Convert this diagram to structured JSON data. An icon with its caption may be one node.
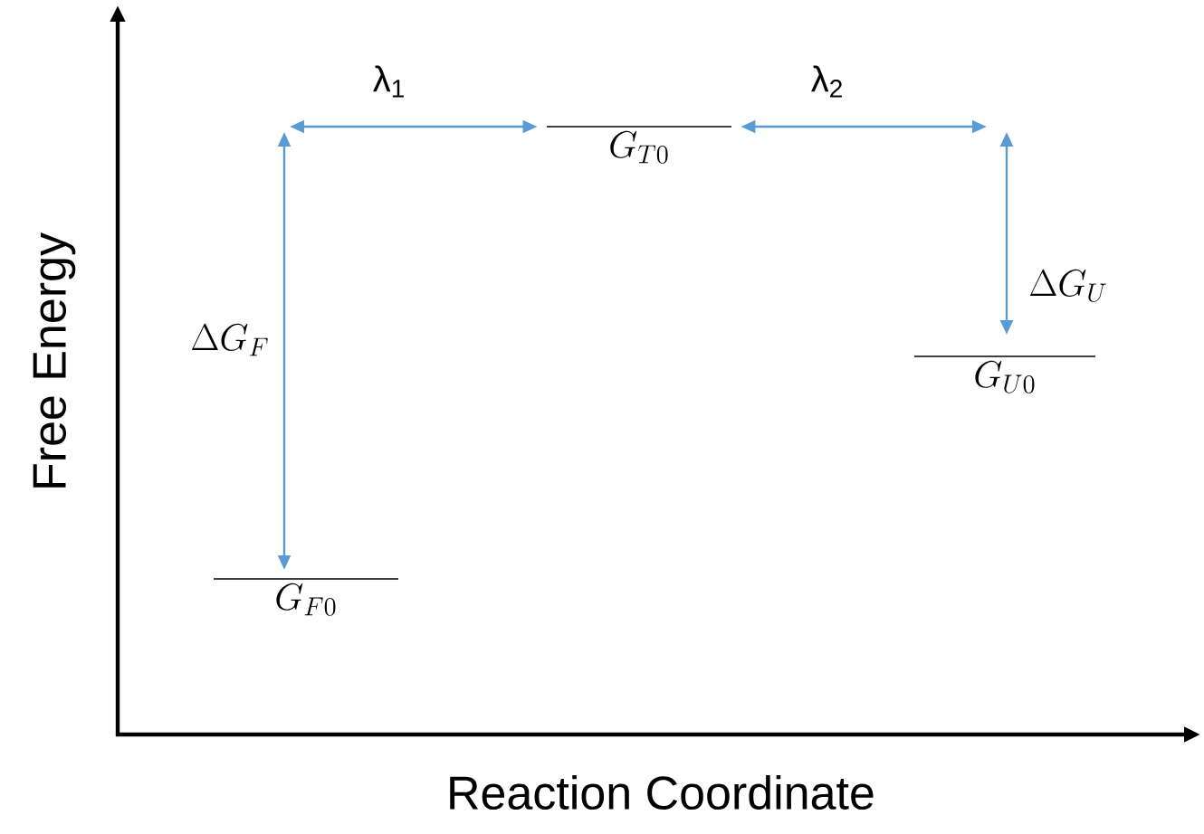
{
  "diagram": {
    "nodes": [
      {
        "text": [
          "G_{F0}"
        ]
      },
      {
        "text": [
          "G_{T0}"
        ]
      },
      {
        "text": [
          "G_{U0}"
        ]
      }
    ],
    "edges": [
      {
        "from": null,
        "to": 1,
        "arrow": "both",
        "label": "λ$_{1}$"
      },
      {
        "from": 1,
        "to": null,
        "arrow": "both",
        "label": "λ$_{2}$"
      },
      {
        "from": null,
        "to": 0,
        "arrow": "both",
        "label": "\\Delta G_F"
      },
      {
        "from": null,
        "to": 2,
        "arrow": "both",
        "label": "\\Delta G_U"
      }
    ],
    "labels": [
      "Free Energy",
      "Reaction Coordinate"
    ]
  }
}
